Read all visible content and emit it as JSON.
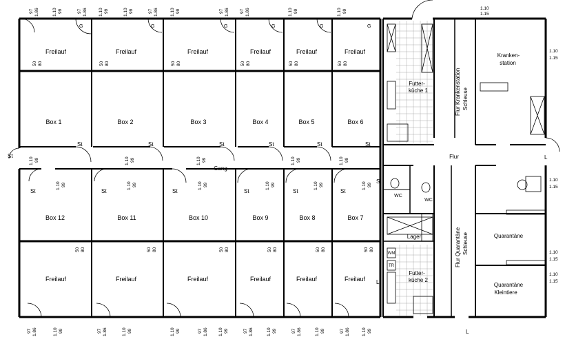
{
  "rooms": {
    "freilauf_top": [
      "Freilauf",
      "Freilauf",
      "Freilauf",
      "Freilauf",
      "Freilauf",
      "Freilauf"
    ],
    "boxes_top": [
      "Box 1",
      "Box 2",
      "Box 3",
      "Box 4",
      "Box 5",
      "Box 6"
    ],
    "boxes_bottom": [
      "Box 12",
      "Box 11",
      "Box 10",
      "Box 9",
      "Box 8",
      "Box 7"
    ],
    "freilauf_bottom": [
      "Freilauf",
      "Freilauf",
      "Freilauf",
      "Freilauf",
      "Freilauf",
      "Freilauf"
    ],
    "gang": "Gang",
    "futterkueche_1": [
      "Futter-",
      "küche 1"
    ],
    "futterkueche_2": [
      "Futter-",
      "küche 2"
    ],
    "flur_krankenstation": [
      "Flur Krankenstation",
      "Schleuse"
    ],
    "flur_quarantaene": [
      "Flur Quarantäne",
      "Schleuse"
    ],
    "krankenstation": [
      "Kranken-",
      "station"
    ],
    "flur": "Flur",
    "wc_1": "WC",
    "wc_2": "WC",
    "lager": "Lager",
    "wm": "WM",
    "tr": "TR",
    "quarantaene": "Quarantäne",
    "quarantaene_kleintiere": [
      "Quarantäne",
      "Kleintiere"
    ]
  },
  "markers": {
    "st": "St",
    "g": "G",
    "l": "L"
  },
  "dimensions": {
    "door_110_99": [
      "1.10",
      "99"
    ],
    "door_97_186": [
      "97",
      "1.86"
    ],
    "window_50_80": [
      "50",
      "80"
    ],
    "window_110_115": [
      "1.10",
      "1.15"
    ]
  }
}
